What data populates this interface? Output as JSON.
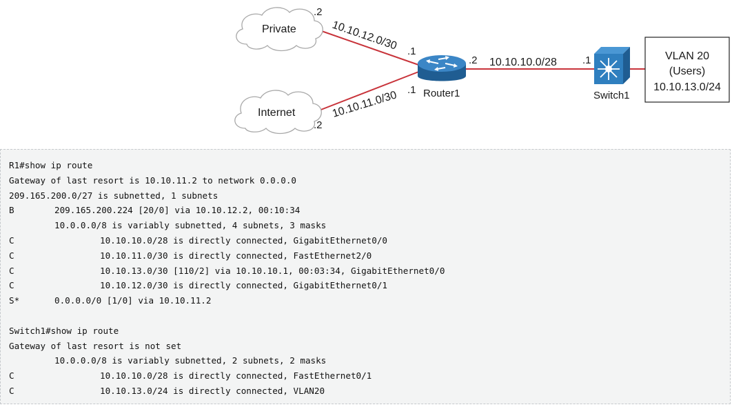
{
  "diagram": {
    "nodes": {
      "private": "Private",
      "internet": "Internet",
      "router": "Router1",
      "switch": "Switch1",
      "vlan_line1": "VLAN 20",
      "vlan_line2": "(Users)",
      "vlan_line3": "10.10.13.0/24"
    },
    "links": {
      "private_net": "10.10.12.0/30",
      "internet_net": "10.10.11.0/30",
      "switch_net": "10.10.10.0/28"
    },
    "ips": {
      "private_host": ".2",
      "router_private": ".1",
      "internet_host": ".2",
      "router_internet": ".1",
      "router_switch": ".2",
      "switch_router": ".1"
    },
    "colors": {
      "link": "#c8333a",
      "router": "#2a6ea8",
      "switch": "#2a6ea8"
    }
  },
  "cli": {
    "r1": {
      "command": "R1#show ip route",
      "gateway": "Gateway of last resort is 10.10.11.2 to network 0.0.0.0",
      "subnetted": "209.165.200.0/27 is subnetted, 1 subnets",
      "b_code": "B",
      "b_route": "209.165.200.224 [20/0] via 10.10.12.2, 00:10:34",
      "variably": "10.0.0.0/8 is variably subnetted, 4 subnets, 3 masks",
      "routes": [
        {
          "code": "C",
          "text": "10.10.10.0/28 is directly connected, GigabitEthernet0/0"
        },
        {
          "code": "C",
          "text": "10.10.11.0/30 is directly connected, FastEthernet2/0"
        },
        {
          "code": "C",
          "text": "10.10.13.0/30 [110/2] via 10.10.10.1, 00:03:34, GigabitEthernet0/0"
        },
        {
          "code": "C",
          "text": "10.10.12.0/30 is directly connected, GigabitEthernet0/1"
        }
      ],
      "static_code": "S*",
      "static_route": "0.0.0.0/0 [1/0] via 10.10.11.2"
    },
    "sw1": {
      "command": "Switch1#show ip route",
      "gateway": "Gateway of last resort is not set",
      "variably": "10.0.0.0/8 is variably subnetted, 2 subnets, 2 masks",
      "routes": [
        {
          "code": "C",
          "text": "10.10.10.0/28 is directly connected, FastEthernet0/1"
        },
        {
          "code": "C",
          "text": "10.10.13.0/24 is directly connected, VLAN20"
        }
      ]
    }
  }
}
